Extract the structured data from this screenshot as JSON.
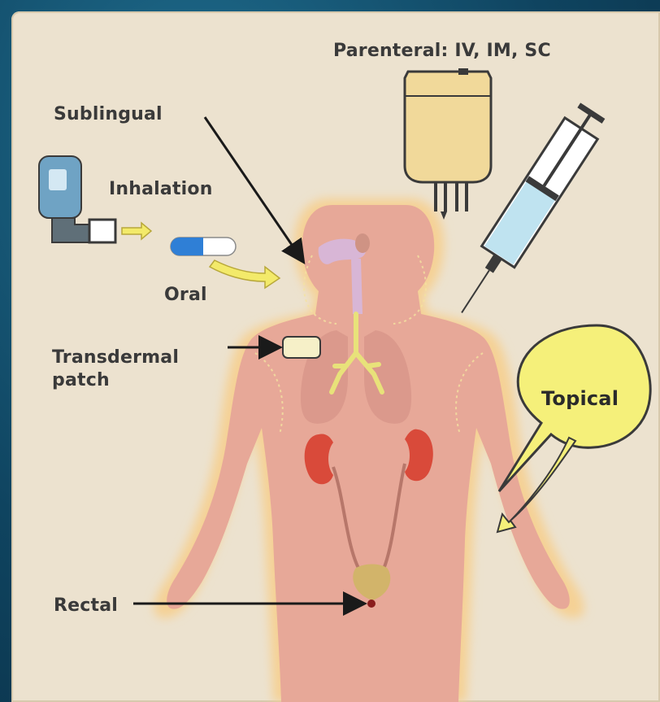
{
  "labels": {
    "parenteral": "Parenteral: IV, IM, SC",
    "sublingual": "Sublingual",
    "inhalation": "Inhalation",
    "oral": "Oral",
    "transdermal_line1": "Transdermal",
    "transdermal_line2": "patch",
    "rectal": "Rectal",
    "topical": "Topical"
  },
  "colors": {
    "background_panel": "#ece2cf",
    "frame": "#0f4460",
    "body_fill": "#e7a898",
    "body_glow": "#f6cf8f",
    "kidney": "#d94a3a",
    "bladder": "#d2b46a",
    "callout_yellow": "#f5f07a",
    "iv_bag": "#f1d99a",
    "syringe_fluid": "#bfe3f0",
    "arrow_yellow": "#f3ea6a"
  },
  "icons": [
    "iv-bag-icon",
    "syringe-icon",
    "inhaler-icon",
    "capsule-icon",
    "patch-icon",
    "kidney-icon",
    "bladder-icon",
    "lungs-icon"
  ]
}
